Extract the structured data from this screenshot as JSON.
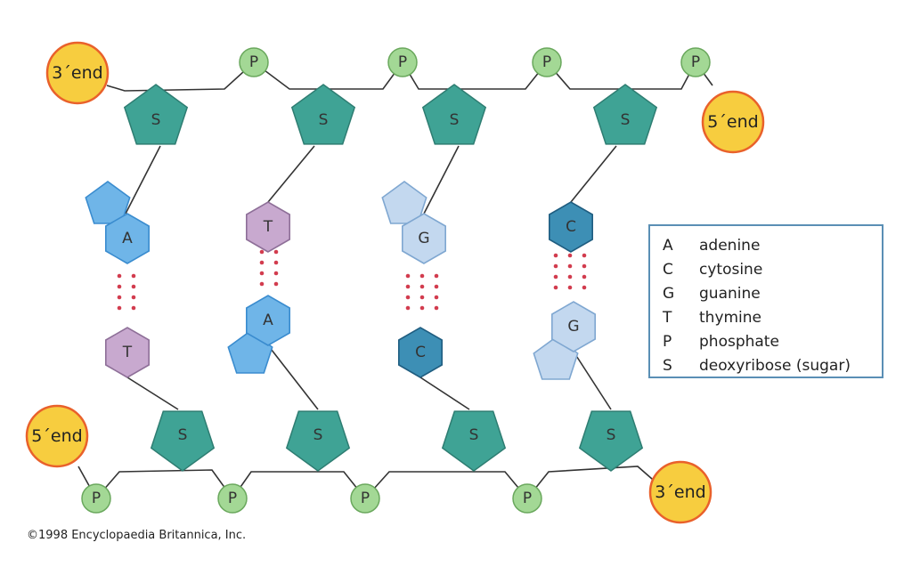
{
  "ends": {
    "top_left": "3´end",
    "top_right": "5´end",
    "bottom_left": "5´end",
    "bottom_right": "3´end"
  },
  "phosphate_label": "P",
  "sugar_label": "S",
  "pairs": [
    {
      "top": "A",
      "bottom": "T"
    },
    {
      "top": "T",
      "bottom": "A"
    },
    {
      "top": "G",
      "bottom": "C"
    },
    {
      "top": "C",
      "bottom": "G"
    }
  ],
  "legend": [
    {
      "key": "A",
      "value": "adenine"
    },
    {
      "key": "C",
      "value": "cytosine"
    },
    {
      "key": "G",
      "value": "guanine"
    },
    {
      "key": "T",
      "value": "thymine"
    },
    {
      "key": "P",
      "value": "phosphate"
    },
    {
      "key": "S",
      "value": "deoxyribose (sugar)"
    }
  ],
  "copyright": "©1998 Encyclopaedia Britannica, Inc.",
  "colors": {
    "sugar": "#3fa395",
    "phosphate": "#a3d895",
    "end_fill": "#f7cd3f",
    "end_stroke": "#e9612b",
    "adenine": "#6fb5e8",
    "thymine": "#c8a9cf",
    "guanine": "#c3d8ef",
    "cytosine": "#3d8fb5",
    "hbond": "#d23c4e"
  }
}
